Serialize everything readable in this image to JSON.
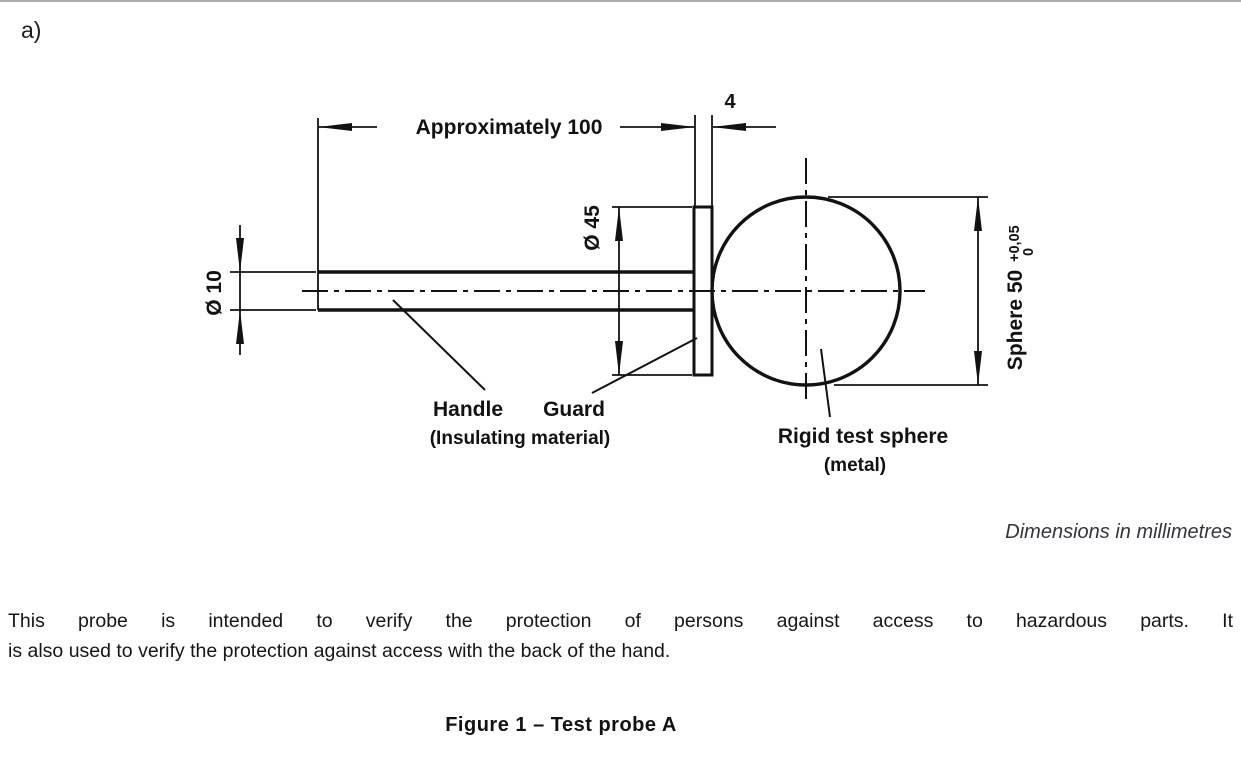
{
  "page": {
    "item_label": "a)",
    "dimensions_note": "Dimensions in millimetres",
    "paragraph_lines": [
      "This probe is intended to verify the protection of persons against access to hazardous parts. It",
      "is also used to verify the protection against access with the back of the hand."
    ],
    "caption": "Figure 1 – Test probe A"
  },
  "figure": {
    "dim_length": "Approximately 100",
    "dim_gap": "4",
    "dim_guard_diameter": "Ø 45",
    "dim_handle_diameter": "Ø 10",
    "dim_sphere": "Sphere 50",
    "dim_sphere_tol_upper": "+0,05",
    "dim_sphere_tol_lower": "0",
    "label_handle": "Handle",
    "label_handle_sub": "(Insulating material)",
    "label_guard": "Guard",
    "label_sphere": "Rigid test sphere",
    "label_sphere_sub": "(metal)",
    "ink_color": "#121212"
  }
}
